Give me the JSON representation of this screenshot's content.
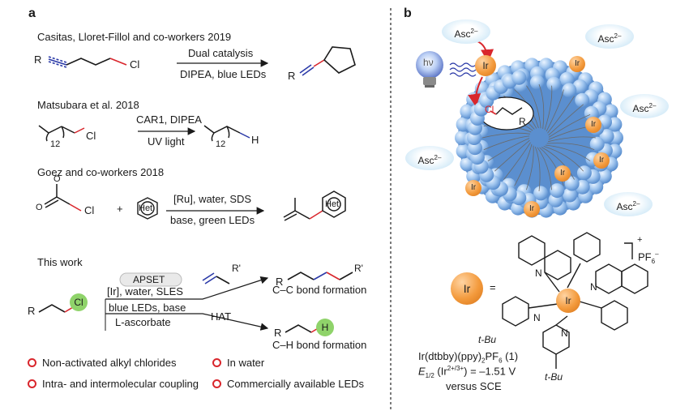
{
  "panel_a": {
    "label": "a",
    "ref1": "Casitas, Lloret-Fillol and co-workers 2019",
    "ref1_top": "Dual catalysis",
    "ref1_bottom": "DIPEA, blue LEDs",
    "ref1_R_start": "R",
    "ref1_Cl": "Cl",
    "ref1_R_product": "R",
    "ref2": "Matsubara et al. 2018",
    "ref2_top": "CAR1, DIPEA",
    "ref2_bottom": "UV light",
    "ref2_n1": "12",
    "ref2_Cl": "Cl",
    "ref2_n2": "12",
    "ref2_H": "H",
    "ref3": "Goez and co-workers 2018",
    "ref3_top": "[Ru], water, SDS",
    "ref3_bottom": "base, green LEDs",
    "ref3_plus": "+",
    "ref3_het1": "Het",
    "ref3_het2": "Het",
    "ref3_Cl": "Cl",
    "ref3_O1": "O",
    "ref3_O2": "O",
    "this_work": "This work",
    "apset": "APSET",
    "cond1": "[Ir], water, SLES",
    "cond2": "blue LEDs, base",
    "cond3": "L-ascorbate",
    "hat": "HAT",
    "sm_R": "R",
    "sm_Cl": "Cl",
    "cc_R": "R",
    "cc_Rp": "R'",
    "cc_label": "C–C bond formation",
    "ch_R": "R",
    "ch_H": "H",
    "ch_label": "C–H bond formation",
    "alkene_R": "R'",
    "features": [
      "Non-activated alkyl chlorides",
      "Intra- and intermolecular coupling",
      "In water",
      "Commercially available LEDs"
    ]
  },
  "panel_b": {
    "label": "b",
    "asc": "Asc",
    "asc_charge": "2–",
    "ir": "Ir",
    "bulb_label": "hν",
    "micelle_Cl": "Cl",
    "micelle_R": "R",
    "equals": "=",
    "complex_name": "Ir(dtbby)(ppy)",
    "complex_name_sub": "2",
    "complex_name_tail": "PF",
    "complex_name_sub2": "6",
    "complex_name_end": " (1)",
    "potential": "E",
    "potential_sub": "1/2",
    "potential_rest": " (Ir",
    "potential_sup": "2+/3+",
    "potential_val": ") = –1.51 V",
    "versus": "versus SCE",
    "pf6": "PF",
    "pf6_sub": "6",
    "pf6_sup": "–",
    "plus": "+",
    "tBu1": "t-Bu",
    "tBu2": "t-Bu",
    "N": "N"
  },
  "colors": {
    "blue_bond": "#2b3aa8",
    "red_bond": "#d9262c",
    "green_cl": "#8fd36a",
    "orange_ir": "#f39a3c",
    "micelle_blue": "#7fb0e6"
  }
}
